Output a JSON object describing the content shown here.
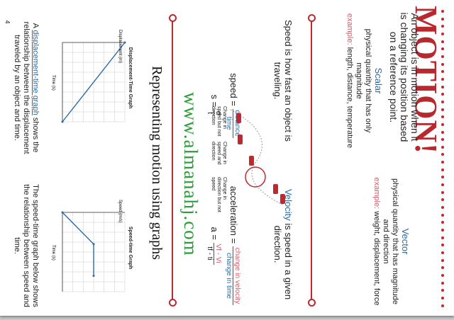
{
  "page_number": "4",
  "title": "MOTION!",
  "intro": "An object is in motion when it is changing its position based on a reference point.",
  "vector": {
    "heading": "Vector",
    "text": "physical quantity that has magnitude and direction",
    "example_label": "example:",
    "example_text": "weight, displacement, force"
  },
  "scalar": {
    "heading": "Scalar",
    "text": "physical quantity that has only magnitude",
    "example_label": "example:",
    "example_text": "length, distance, temperature"
  },
  "velocity": {
    "term": "Velocity",
    "rest": "is speed in a given direction."
  },
  "speed_def": "Speed is how fast an object is traveling.",
  "acceleration": {
    "label": "acceleration =",
    "numerator": "change in velocity",
    "denominator": "change in time",
    "formula_lhs": "a =",
    "formula_num": "Vf - Vi",
    "formula_den": "tf - ti"
  },
  "speed": {
    "label": "speed =",
    "numerator": "distance",
    "denominator": "time",
    "formula_lhs": "s =",
    "formula_num": "d",
    "formula_den": "t"
  },
  "car_notes": {
    "a": "Change in speed but not direction",
    "b": "Change in speed and direction",
    "c": "Change in direction but not speed"
  },
  "section_heading": "Representing motion using graphs",
  "watermark": "www.almanahj.com",
  "speed_time_text": "The speed-time graph below shows the relationship between speed and time.",
  "displacement_time_text_pre": "A",
  "displacement_time_term": "displacement-time graph",
  "displacement_time_text_post": "shows the relationship between the displacement traveled by an object and time.",
  "charts": [
    {
      "type": "line",
      "title": "Speed-time Graph",
      "ylabel": "Speed (m/s)",
      "xlabel": "Time (s)",
      "chart_data": {
        "type": "line",
        "x": [
          0,
          20,
          40
        ],
        "y": [
          0,
          20,
          20
        ],
        "ylim": [
          0,
          40
        ],
        "xlim": [
          0,
          50
        ]
      }
    },
    {
      "type": "line",
      "title": "Displacement-Time Graph",
      "ylabel": "Displacement (m)",
      "xlabel": "Time (s)",
      "chart_data": {
        "type": "line",
        "x": [
          0,
          60
        ],
        "y": [
          40,
          0
        ],
        "ylim": [
          0,
          40
        ],
        "xlim": [
          0,
          60
        ]
      }
    }
  ],
  "colors": {
    "accent": "#c0282f",
    "blue": "#2a6aa8",
    "green": "#2e9c3a",
    "pink": "#d45a6a"
  }
}
